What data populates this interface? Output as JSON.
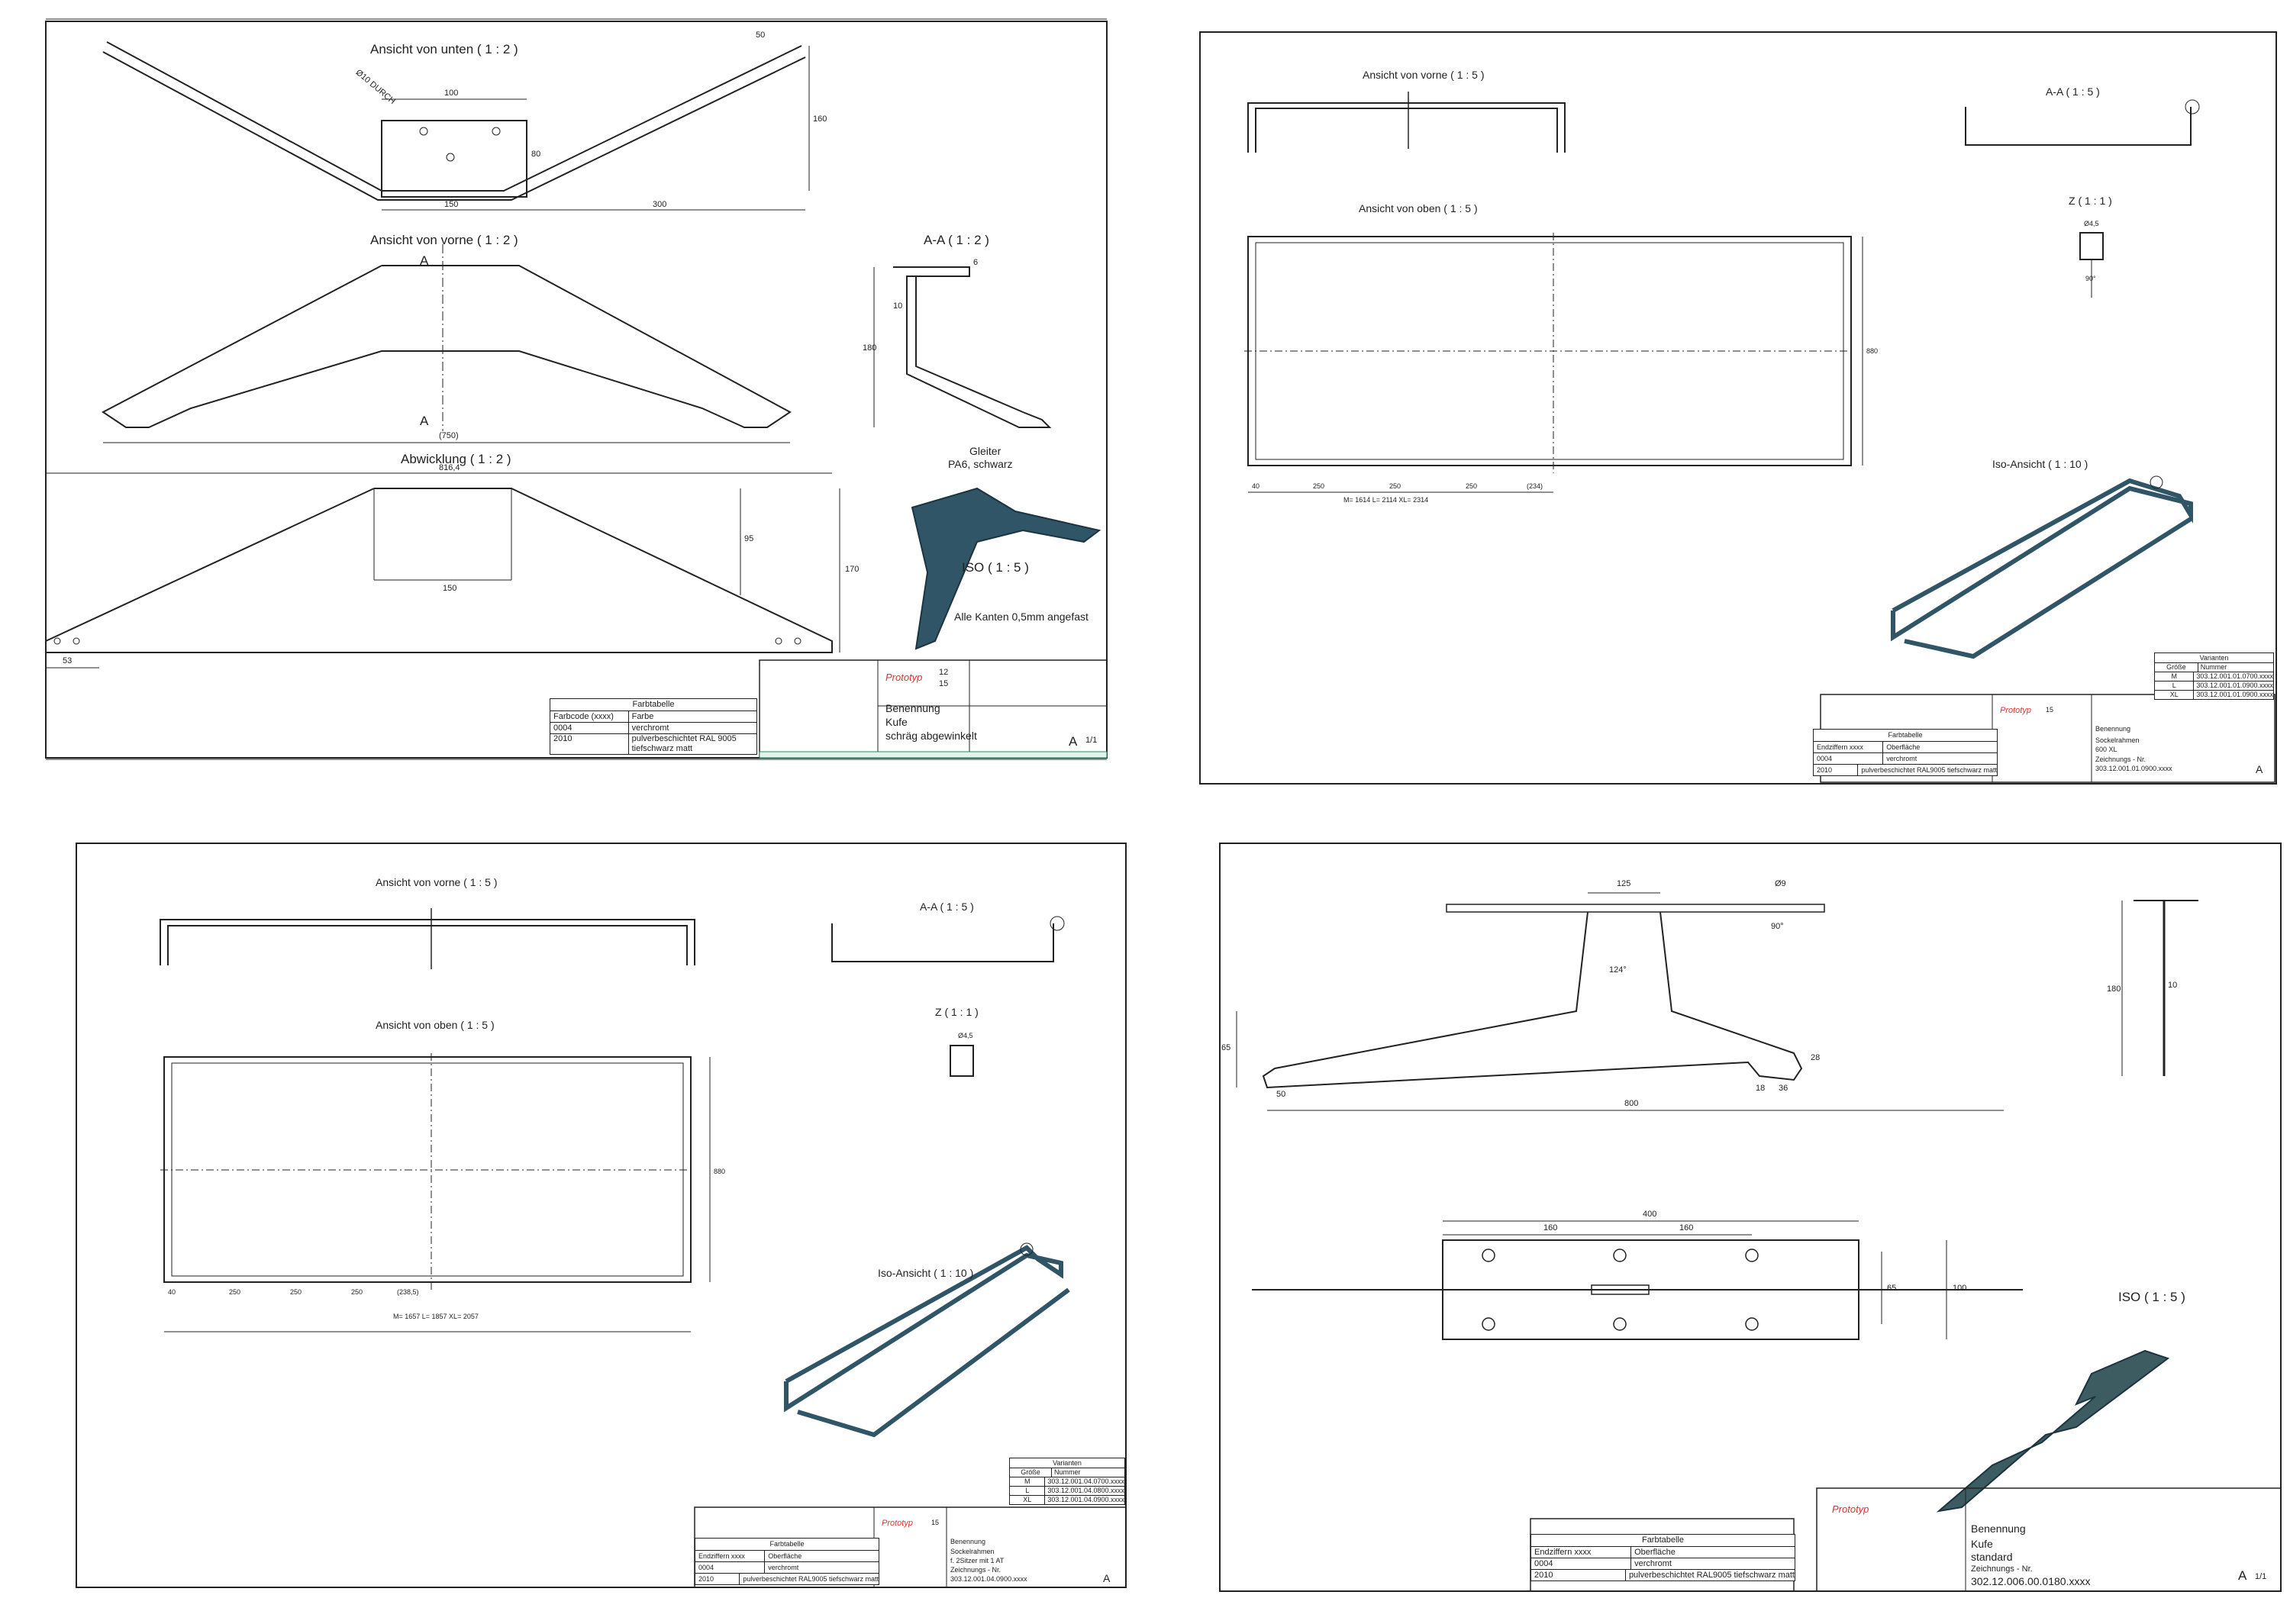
{
  "sheets": [
    {
      "views": {
        "bottom": "Ansicht von unten ( 1 : 2 )",
        "front": "Ansicht von vorne ( 1 : 2 )",
        "section": "A-A ( 1 : 2 )",
        "flat": "Abwicklung ( 1 : 2 )",
        "iso": "ISO ( 1 : 5 )"
      },
      "dims": {
        "d100": "100",
        "d150": "150",
        "d300": "300",
        "d50": "50",
        "d160": "160",
        "d80": "80",
        "d750": "(750)",
        "d8164": "816,4",
        "d95": "95",
        "d170": "170",
        "d150b": "150",
        "d53": "53",
        "d180": "180",
        "d10": "10",
        "d6": "6",
        "hole": "Ø10 DURCH"
      },
      "cut": "A",
      "glider": "Gleiter",
      "glider_mat": "PA6, schwarz",
      "note": "Alle Kanten 0,5mm angefast",
      "color_table": {
        "title": "Farbtabelle",
        "head": [
          "Farbcode (xxxx)",
          "Farbe"
        ],
        "rows": [
          [
            "0004",
            "verchromt"
          ],
          [
            "2010",
            "pulverbeschichtet RAL 9005 tiefschwarz matt"
          ]
        ]
      },
      "title_block": {
        "status": "Prototyp",
        "qty1": "12",
        "qty2": "15",
        "label_name": "Benennung",
        "name1": "Kufe",
        "name2": "schräg abgewinkelt",
        "size": "A",
        "sheet": "1/1"
      }
    },
    {
      "views": {
        "front": "Ansicht von vorne ( 1 : 5 )",
        "section": "A-A ( 1 : 5 )",
        "detail": "Z ( 1 : 1 )",
        "top": "Ansicht von oben ( 1 : 5 )",
        "iso": "Iso-Ansicht ( 1 : 10 )"
      },
      "dims": {
        "d40": "40",
        "d250": "250",
        "d234": "(234)",
        "d880": "880",
        "sizes": "M= 1614  L= 2114  XL= 2314",
        "hole": "Ø4,5",
        "d90": "90°"
      },
      "color_table": {
        "title": "Farbtabelle",
        "head": [
          "Endziffern xxxx",
          "Oberfläche"
        ],
        "rows": [
          [
            "0004",
            "verchromt"
          ],
          [
            "2010",
            "pulverbeschichtet RAL9005 tiefschwarz matt"
          ]
        ]
      },
      "variants": {
        "title": "Varianten",
        "head": [
          "Größe",
          "Nummer"
        ],
        "rows": [
          [
            "M",
            "303.12.001.01.0700.xxxx"
          ],
          [
            "L",
            "303.12.001.01.0900.xxxx"
          ],
          [
            "XL",
            "303.12.001.01.0900.xxxx"
          ]
        ]
      },
      "title_block": {
        "status": "Prototyp",
        "qty": "15",
        "label_name": "Benennung",
        "name1": "Sockelrahmen",
        "name2": "600 XL",
        "label_no": "Zeichnungs - Nr.",
        "number": "303.12.001.01.0900.xxxx",
        "size": "A"
      }
    },
    {
      "views": {
        "front": "Ansicht von vorne ( 1 : 5 )",
        "section": "A-A ( 1 : 5 )",
        "detail": "Z ( 1 : 1 )",
        "top": "Ansicht von oben ( 1 : 5 )",
        "iso": "Iso-Ansicht ( 1 : 10 )"
      },
      "dims": {
        "d40": "40",
        "d250": "250",
        "d238": "(238,5)",
        "d880": "880",
        "sizes": "M= 1657  L= 1857  XL= 2057",
        "hole": "Ø4,5"
      },
      "color_table": {
        "title": "Farbtabelle",
        "head": [
          "Endziffern xxxx",
          "Oberfläche"
        ],
        "rows": [
          [
            "0004",
            "verchromt"
          ],
          [
            "2010",
            "pulverbeschichtet RAL9005 tiefschwarz matt"
          ]
        ]
      },
      "variants": {
        "title": "Varianten",
        "head": [
          "Größe",
          "Nummer"
        ],
        "rows": [
          [
            "M",
            "303.12.001.04.0700.xxxx"
          ],
          [
            "L",
            "303.12.001.04.0800.xxxx"
          ],
          [
            "XL",
            "303.12.001.04.0900.xxxx"
          ]
        ]
      },
      "title_block": {
        "status": "Prototyp",
        "qty": "15",
        "label_name": "Benennung",
        "name1": "Sockelrahmen",
        "name2": "f. 2Sitzer mit 1 AT",
        "label_no": "Zeichnungs - Nr.",
        "number": "303.12.001.04.0900.xxxx",
        "size": "A"
      }
    },
    {
      "views": {
        "iso": "ISO ( 1 : 5 )"
      },
      "dims": {
        "d125": "125",
        "d9": "Ø9",
        "d90": "90°",
        "d124": "124°",
        "d65": "65",
        "d50": "50",
        "d800": "800",
        "d400": "400",
        "d160a": "160",
        "d160b": "160",
        "d100": "100",
        "d65b": "65",
        "d180": "180",
        "d28": "28",
        "d18": "18",
        "d36": "36",
        "d10": "10"
      },
      "color_table": {
        "title": "Farbtabelle",
        "head": [
          "Endziffern xxxx",
          "Oberfläche"
        ],
        "rows": [
          [
            "0004",
            "verchromt"
          ],
          [
            "2010",
            "pulverbeschichtet RAL9005 tiefschwarz matt"
          ]
        ]
      },
      "title_block": {
        "status": "Prototyp",
        "label_name": "Benennung",
        "name1": "Kufe",
        "name2": "standard",
        "label_no": "Zeichnungs - Nr.",
        "number": "302.12.006.00.0180.xxxx",
        "size": "A",
        "sheet": "1/1"
      }
    }
  ],
  "colors": {
    "line": "#222222",
    "part": "#2f5566",
    "stripe": "#2b8a6b"
  }
}
